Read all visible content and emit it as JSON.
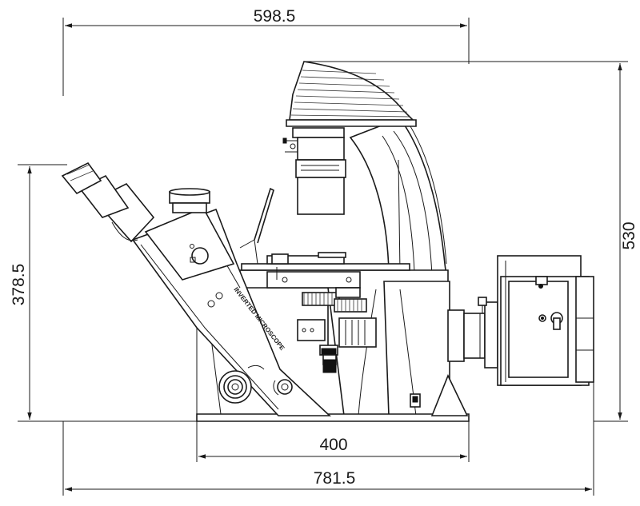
{
  "drawing": {
    "dimensions": {
      "overall_width": "781.5",
      "top_width": "598.5",
      "base_width": "400",
      "total_height": "530",
      "eyepiece_height": "378.5"
    },
    "body_label": "INVERTED MICROSCOPE"
  }
}
